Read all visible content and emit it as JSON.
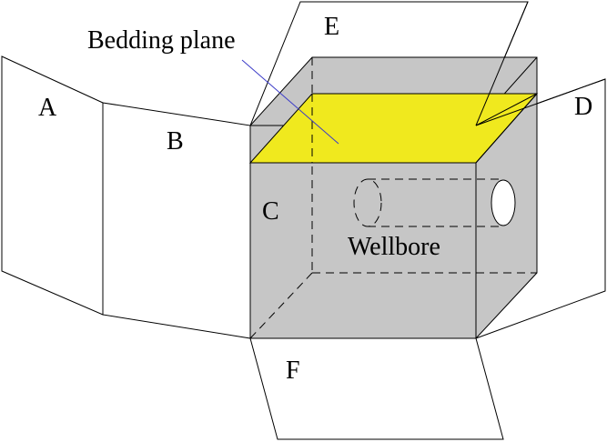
{
  "labels": {
    "face_a": "A",
    "face_b": "B",
    "face_c": "C",
    "face_d": "D",
    "face_e": "E",
    "face_f": "F",
    "bedding_plane": "Bedding plane",
    "wellbore": "Wellbore"
  },
  "colors": {
    "block_fill": "#c6c6c6",
    "bedding_plane_fill": "#f0e91e",
    "leader_line": "#3c3cc8",
    "outline": "#000000"
  }
}
